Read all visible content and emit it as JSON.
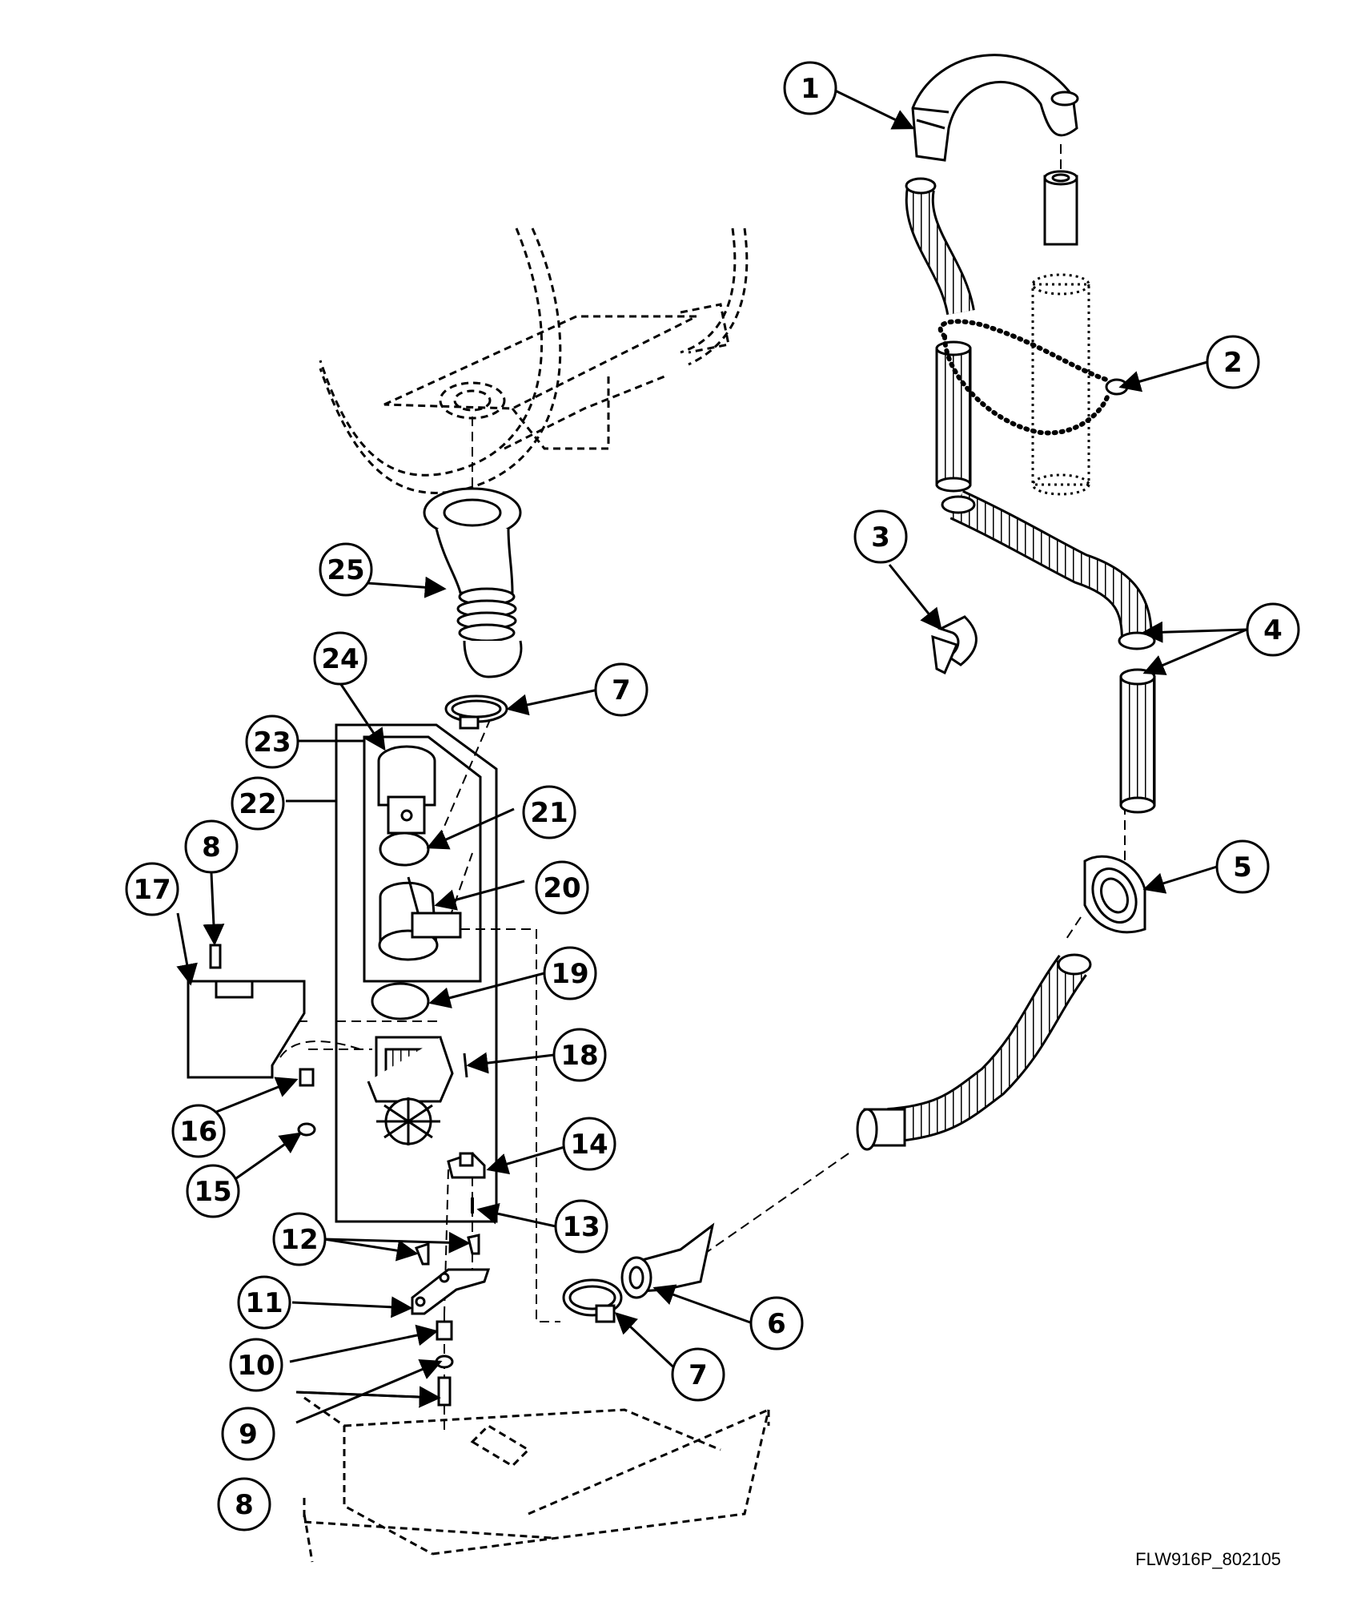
{
  "figure_id": "FLW916P_802105",
  "callouts": [
    {
      "id": "c1",
      "label": "1"
    },
    {
      "id": "c2",
      "label": "2"
    },
    {
      "id": "c3",
      "label": "3"
    },
    {
      "id": "c4",
      "label": "4"
    },
    {
      "id": "c5",
      "label": "5"
    },
    {
      "id": "c6",
      "label": "6"
    },
    {
      "id": "c7a",
      "label": "7"
    },
    {
      "id": "c7b",
      "label": "7"
    },
    {
      "id": "c8a",
      "label": "8"
    },
    {
      "id": "c8b",
      "label": "8"
    },
    {
      "id": "c9",
      "label": "9"
    },
    {
      "id": "c10",
      "label": "10"
    },
    {
      "id": "c11",
      "label": "11"
    },
    {
      "id": "c12",
      "label": "12"
    },
    {
      "id": "c13",
      "label": "13"
    },
    {
      "id": "c14",
      "label": "14"
    },
    {
      "id": "c15",
      "label": "15"
    },
    {
      "id": "c16",
      "label": "16"
    },
    {
      "id": "c17",
      "label": "17"
    },
    {
      "id": "c18",
      "label": "18"
    },
    {
      "id": "c19",
      "label": "19"
    },
    {
      "id": "c20",
      "label": "20"
    },
    {
      "id": "c21",
      "label": "21"
    },
    {
      "id": "c22",
      "label": "22"
    },
    {
      "id": "c23",
      "label": "23"
    },
    {
      "id": "c24",
      "label": "24"
    },
    {
      "id": "c25",
      "label": "25"
    }
  ]
}
